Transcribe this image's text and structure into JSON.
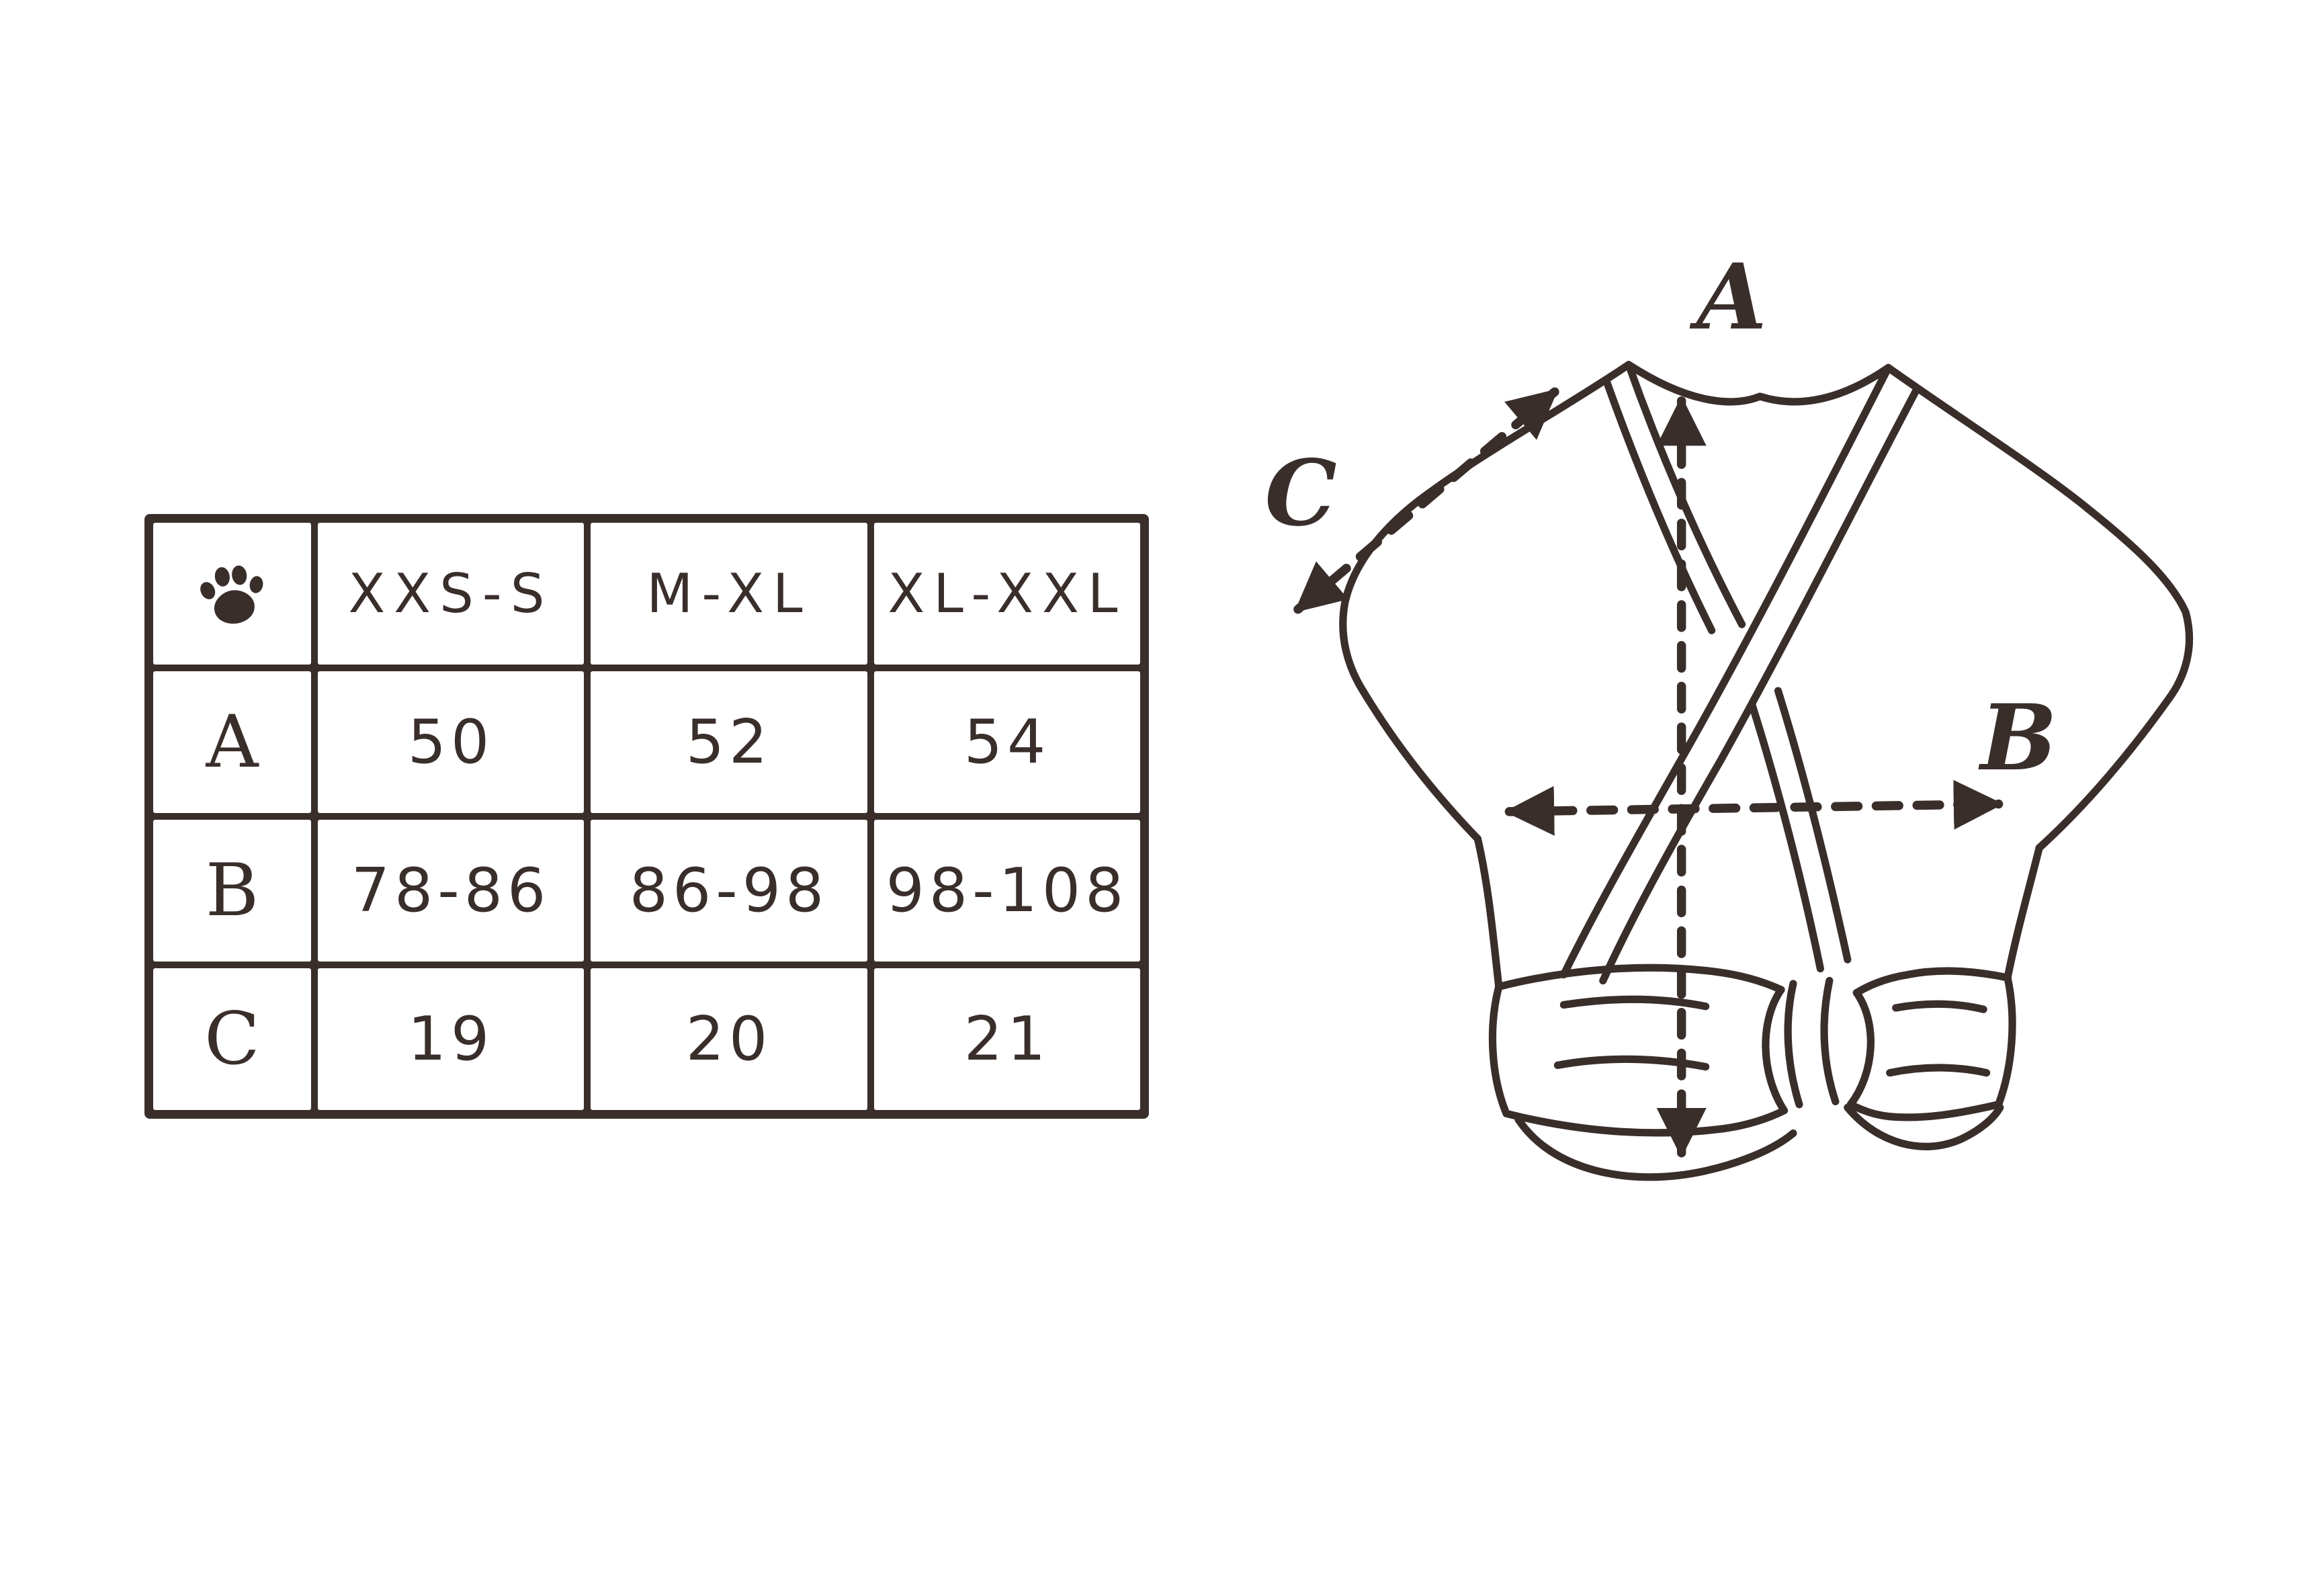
{
  "colors": {
    "ink": "#3a2e2b",
    "background": "#ffffff"
  },
  "size_table": {
    "corner_icon": "paw-icon",
    "columns": [
      "XXS-S",
      "M-XL",
      "XL-XXL"
    ],
    "rows": [
      {
        "label": "A",
        "values": [
          "50",
          "52",
          "54"
        ]
      },
      {
        "label": "B",
        "values": [
          "78-86",
          "86-98",
          "98-108"
        ]
      },
      {
        "label": "C",
        "values": [
          "19",
          "20",
          "21"
        ]
      }
    ]
  },
  "measurement_diagram": {
    "labels": {
      "A": "A",
      "B": "B",
      "C": "C"
    }
  }
}
